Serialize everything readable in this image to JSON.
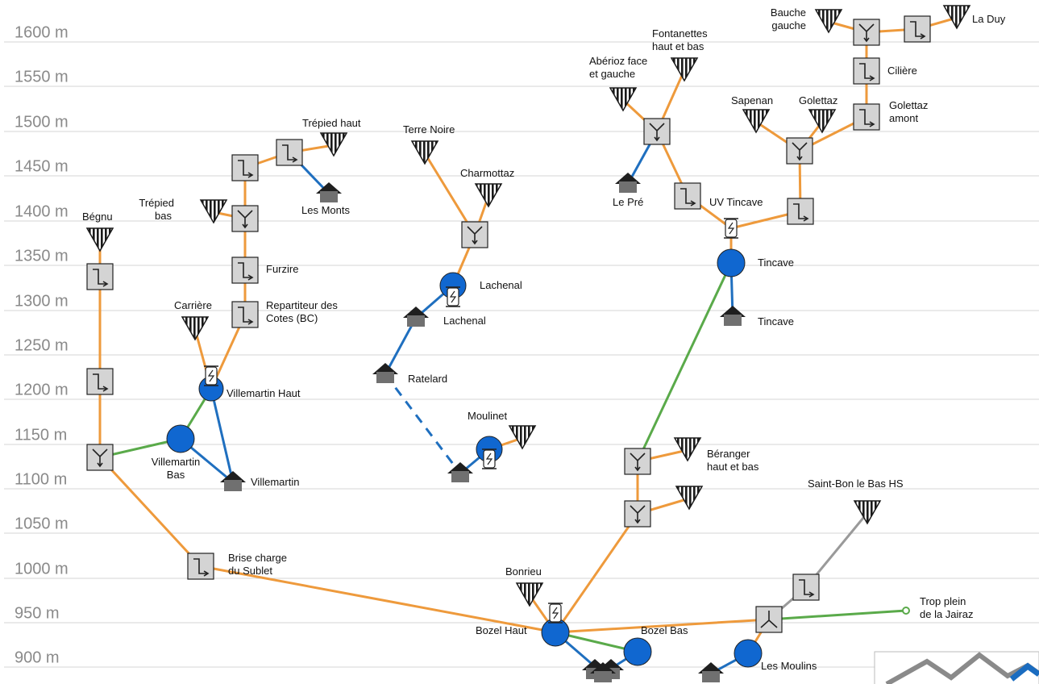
{
  "altitudes": [
    "1600 m",
    "1550 m",
    "1500 m",
    "1450 m",
    "1400 m",
    "1350 m",
    "1300 m",
    "1250 m",
    "1200 m",
    "1150 m",
    "1100 m",
    "1050 m",
    "1000 m",
    "950 m",
    "900 m"
  ],
  "colors": {
    "gravity_main": "#ee9a3c",
    "distribution": "#1f6fbf",
    "pumped": "#5aaa4a",
    "out_of_service": "#9a9a9a",
    "tank": "#1067d0",
    "node": "#d4d4d4"
  },
  "legend_icons": {
    "source": "triangle-striped-icon",
    "break_pressure": "break-pressure-tank-icon",
    "junction": "y-junction-icon",
    "reservoir": "blue-circle-reservoir-icon",
    "uv": "uv-treatment-icon",
    "village": "house-icon"
  },
  "labels": {
    "begnu": "Bégnu",
    "trepied_bas": "Trépied\nbas",
    "trepied_haut": "Trépied haut",
    "les_monts": "Les Monts",
    "furzire": "Furzire",
    "repartiteur": "Repartiteur des\nCotes (BC)",
    "carriere": "Carrière",
    "villemartin_haut": "Villemartin Haut",
    "villemartin_bas": "Villemartin\nBas",
    "villemartin": "Villemartin",
    "brise_charge": "Brise charge\ndu Sublet",
    "terre_noire": "Terre Noire",
    "charmottaz": "Charmottaz",
    "lachenal_res": "Lachenal",
    "lachenal_vil": "Lachenal",
    "ratelard": "Ratelard",
    "moulinet": "Moulinet",
    "bonrieu": "Bonrieu",
    "bozel_haut": "Bozel Haut",
    "bozel_bas": "Bozel Bas",
    "les_moulins": "Les Moulins",
    "fontanettes": "Fontanettes\nhaut et bas",
    "aberioz": "Abérioz face\net gauche",
    "le_pre": "Le Pré",
    "uv_tincave": "UV Tincave",
    "tincave_res": "Tincave",
    "tincave_vil": "Tincave",
    "beranger": "Béranger\nhaut et bas",
    "saint_bon": "Saint-Bon le Bas HS",
    "trop_plein": "Trop plein\nde la Jairaz",
    "sapenan": "Sapenan",
    "golettaz": "Golettaz",
    "golettaz_amont": "Golettaz\namont",
    "ciliere": "Cilière",
    "bauche_gauche": "Bauche\ngauche",
    "la_duy": "La Duy"
  }
}
